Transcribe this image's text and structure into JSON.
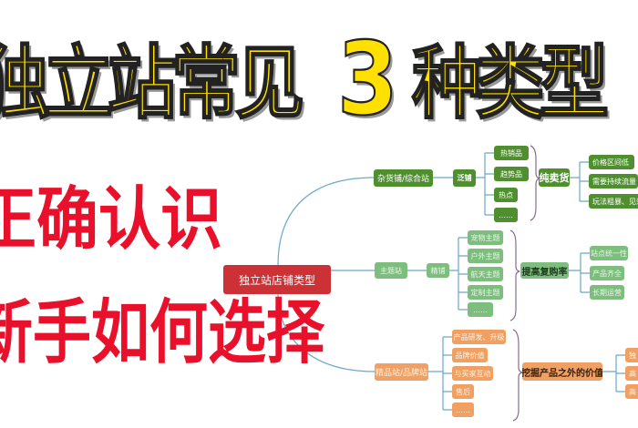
{
  "headline": {
    "line1": "独立站常见",
    "number": "3",
    "line1_end": "种类型",
    "line2": "正确认识",
    "line3": "新手如何选择"
  },
  "colors": {
    "headline_yellow": "#ffe000",
    "headline_red": "#e8102a",
    "root": "#cc3136",
    "branch_general": "#4f8f2f",
    "branch_theme": "#7dbd7d",
    "branch_brand": "#efa062",
    "connector": "#6aa8c8"
  },
  "mindmap": {
    "root": "独立站店铺类型",
    "branches": [
      {
        "label": "杂货铺/综合站",
        "mode": "泛铺",
        "items": [
          "热销品",
          "趋势品",
          "热点",
          "……"
        ],
        "summary": "纯卖货",
        "traits": [
          "价格区间低",
          "需要持续流量",
          "玩法粗暴、见效"
        ]
      },
      {
        "label": "主题站",
        "mode": "精铺",
        "items": [
          "宠物主题",
          "户外主题",
          "航天主题",
          "定制主题",
          "……"
        ],
        "summary": "提高复购率",
        "traits": [
          "站点统一性",
          "产品齐全",
          "长期运营"
        ]
      },
      {
        "label": "精品站/品牌站",
        "items": [
          "产品研发、升级",
          "品牌价值",
          "与买家互动",
          "售后",
          "……"
        ],
        "summary": "挖掘产品之外的价值",
        "traits": [
          "独",
          "高",
          "高"
        ]
      }
    ]
  }
}
